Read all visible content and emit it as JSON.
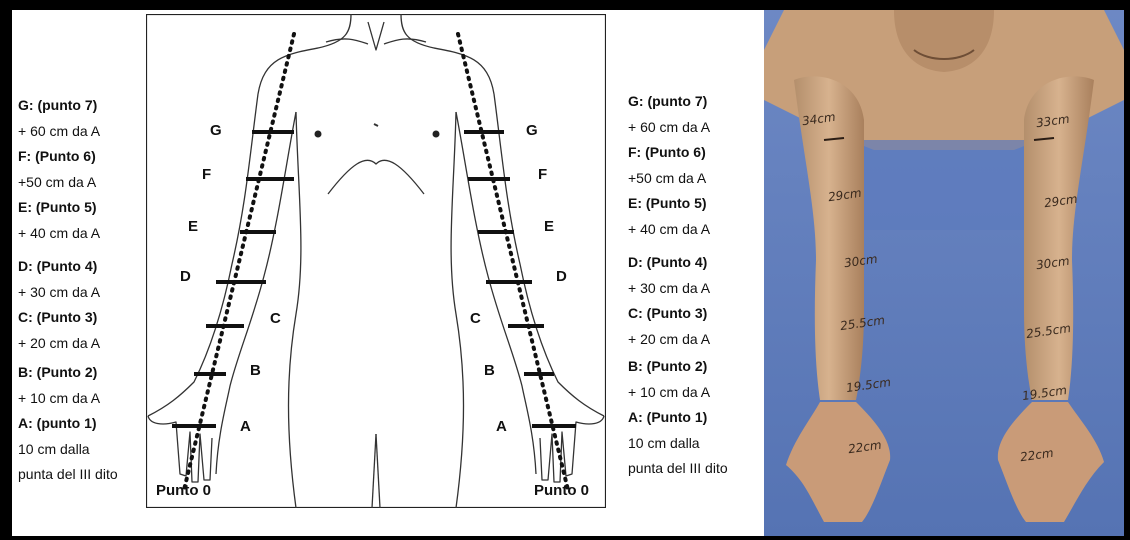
{
  "legend": {
    "left": [
      {
        "head": "G: (punto 7)",
        "sub": "+ 60 cm da A"
      },
      {
        "head": "F: (Punto 6)",
        "sub": "+50 cm da A"
      },
      {
        "head": "E: (Punto 5)",
        "sub": "+ 40 cm da A"
      },
      {
        "head": "D: (Punto 4)",
        "sub": "+ 30 cm da A"
      },
      {
        "head": "C: (Punto 3)",
        "sub": "+ 20 cm da A"
      },
      {
        "head": "B: (Punto 2)",
        "sub": "+ 10 cm da A"
      },
      {
        "head": "A: (punto 1)",
        "sub": "10 cm dalla",
        "sub2": "punta del III dito"
      }
    ],
    "right": [
      {
        "head": "G: (punto 7)",
        "sub": "+ 60 cm da A"
      },
      {
        "head": "F: (Punto 6)",
        "sub": "+50 cm da A"
      },
      {
        "head": "E: (Punto 5)",
        "sub": "+ 40 cm da A"
      },
      {
        "head": "D: (Punto 4)",
        "sub": "+ 30 cm da A"
      },
      {
        "head": "C: (Punto 3)",
        "sub": "+ 20 cm da A"
      },
      {
        "head": "B: (Punto 2)",
        "sub": "+ 10 cm da A"
      },
      {
        "head": "A: (Punto 1)",
        "sub": "10 cm dalla",
        "sub2": "punta del III dito"
      }
    ]
  },
  "diagram": {
    "letters": [
      "G",
      "F",
      "E",
      "D",
      "C",
      "B",
      "A"
    ],
    "origin_label": "Punto 0"
  },
  "photo": {
    "left_arm_marks": [
      "34cm",
      "29cm",
      "30cm",
      "25.5cm",
      "19.5cm",
      "22cm"
    ],
    "right_arm_marks": [
      "33cm",
      "29cm",
      "30cm",
      "25.5cm",
      "19.5cm",
      "22cm"
    ]
  }
}
